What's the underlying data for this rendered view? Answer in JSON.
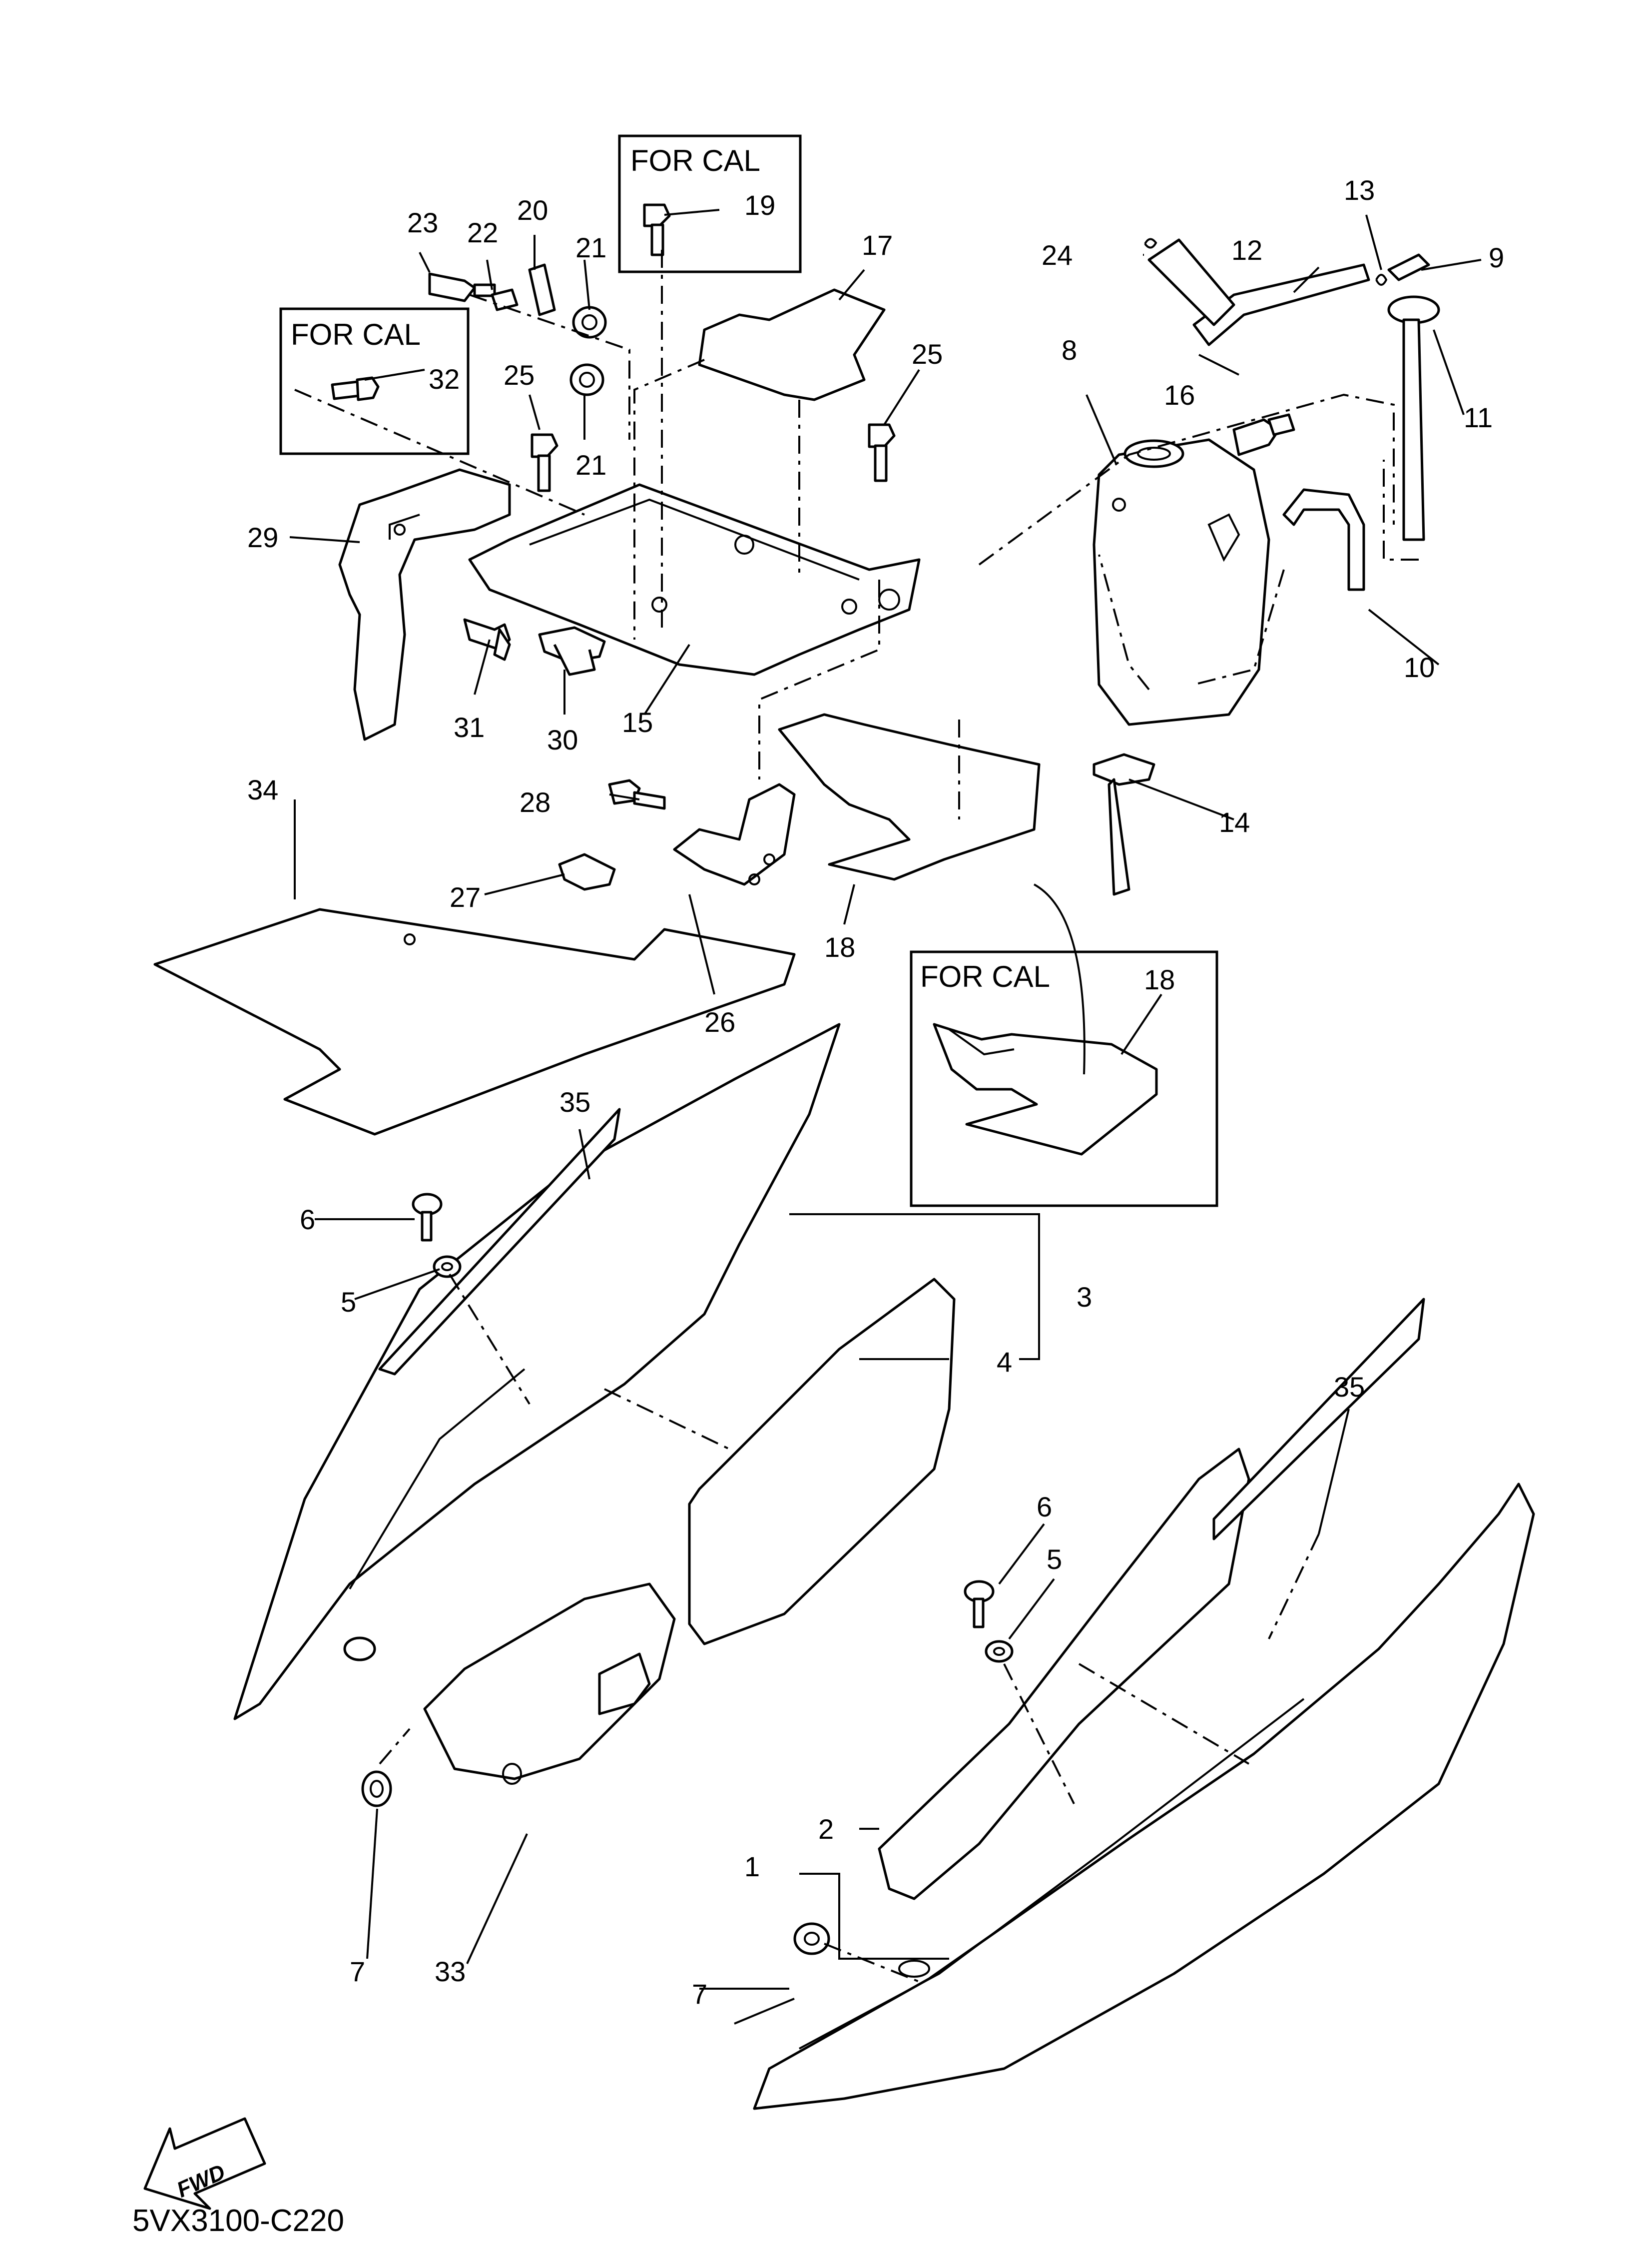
{
  "diagram": {
    "drawing_code": "5VX3100-C220",
    "box_label": "FOR CAL",
    "fwd_label": "FWD",
    "parts": [
      {
        "id": "p1",
        "label": "1"
      },
      {
        "id": "p2",
        "label": "2"
      },
      {
        "id": "p3",
        "label": "3"
      },
      {
        "id": "p4",
        "label": "4"
      },
      {
        "id": "p5a",
        "label": "5"
      },
      {
        "id": "p5b",
        "label": "5"
      },
      {
        "id": "p6a",
        "label": "6"
      },
      {
        "id": "p6b",
        "label": "6"
      },
      {
        "id": "p7a",
        "label": "7"
      },
      {
        "id": "p7b",
        "label": "7"
      },
      {
        "id": "p8",
        "label": "8"
      },
      {
        "id": "p9",
        "label": "9"
      },
      {
        "id": "p10",
        "label": "10"
      },
      {
        "id": "p11",
        "label": "11"
      },
      {
        "id": "p12",
        "label": "12"
      },
      {
        "id": "p13",
        "label": "13"
      },
      {
        "id": "p14",
        "label": "14"
      },
      {
        "id": "p15",
        "label": "15"
      },
      {
        "id": "p16",
        "label": "16"
      },
      {
        "id": "p17",
        "label": "17"
      },
      {
        "id": "p18a",
        "label": "18"
      },
      {
        "id": "p18b",
        "label": "18"
      },
      {
        "id": "p19",
        "label": "19"
      },
      {
        "id": "p20",
        "label": "20"
      },
      {
        "id": "p21a",
        "label": "21"
      },
      {
        "id": "p21b",
        "label": "21"
      },
      {
        "id": "p22",
        "label": "22"
      },
      {
        "id": "p23",
        "label": "23"
      },
      {
        "id": "p24",
        "label": "24"
      },
      {
        "id": "p25a",
        "label": "25"
      },
      {
        "id": "p25b",
        "label": "25"
      },
      {
        "id": "p26",
        "label": "26"
      },
      {
        "id": "p27",
        "label": "27"
      },
      {
        "id": "p28",
        "label": "28"
      },
      {
        "id": "p29",
        "label": "29"
      },
      {
        "id": "p30",
        "label": "30"
      },
      {
        "id": "p31",
        "label": "31"
      },
      {
        "id": "p32",
        "label": "32"
      },
      {
        "id": "p33",
        "label": "33"
      },
      {
        "id": "p34",
        "label": "34"
      },
      {
        "id": "p35a",
        "label": "35"
      },
      {
        "id": "p35b",
        "label": "35"
      }
    ]
  }
}
